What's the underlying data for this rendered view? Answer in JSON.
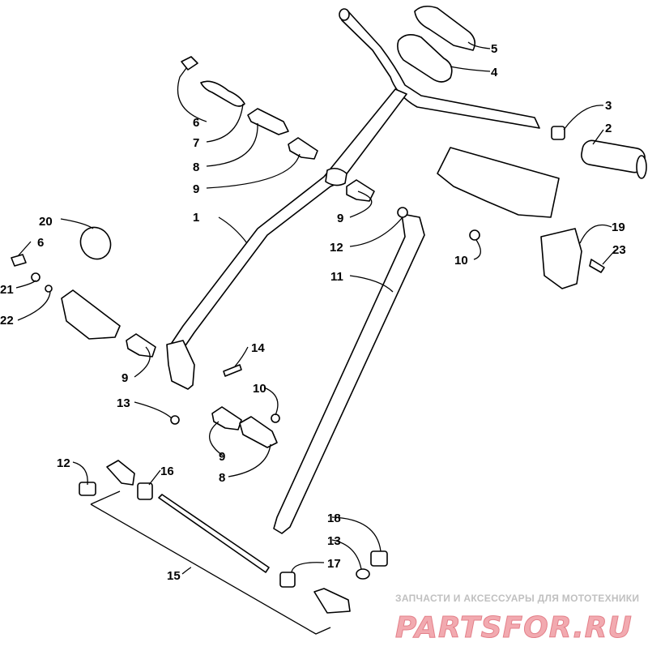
{
  "callouts": {
    "c1": "1",
    "c2": "2",
    "c3": "3",
    "c4": "4",
    "c5": "5",
    "c6a": "6",
    "c6b": "6",
    "c7": "7",
    "c8a": "8",
    "c8b": "8",
    "c9a": "9",
    "c9b": "9",
    "c9c": "9",
    "c9d": "9",
    "c10a": "10",
    "c10b": "10",
    "c11": "11",
    "c12a": "12",
    "c12b": "12",
    "c13a": "13",
    "c13b": "13",
    "c14": "14",
    "c15": "15",
    "c16": "16",
    "c17": "17",
    "c18": "18",
    "c19": "19",
    "c20": "20",
    "c21": "21",
    "c22": "22",
    "c23": "23"
  },
  "watermark": {
    "tagline": "ЗАПЧАСТИ И АКСЕССУАРЫ ДЛЯ МОТОТЕХНИКИ",
    "logo": "PARTSFOR.RU"
  }
}
